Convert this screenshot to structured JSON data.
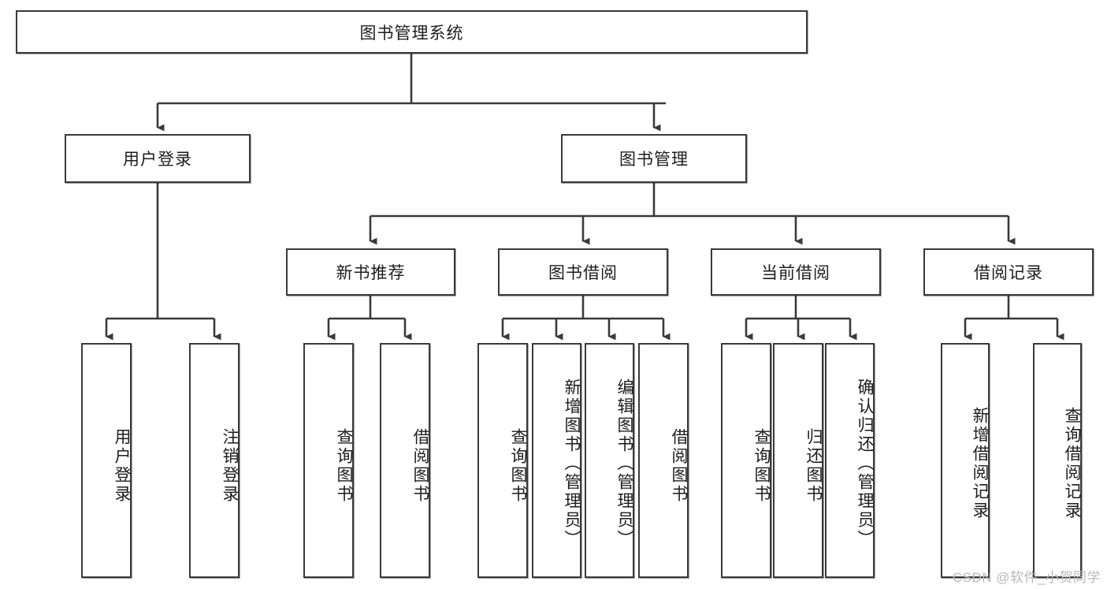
{
  "diagram": {
    "title": "图书管理系统",
    "type": "tree-hierarchy",
    "watermark": "CSDN @软件_小贺同学",
    "colors": {
      "border": "#3a3a3a",
      "fill": "#ffffff",
      "text": "#1d1d1d",
      "edge": "#3a3a3a",
      "watermark": "#b9b9b9"
    },
    "levels": {
      "root": {
        "label": "图书管理系统"
      },
      "level2": [
        {
          "label": "用户登录"
        },
        {
          "label": "图书管理"
        }
      ],
      "level3": [
        {
          "label": "新书推荐"
        },
        {
          "label": "图书借阅"
        },
        {
          "label": "当前借阅"
        },
        {
          "label": "借阅记录"
        }
      ],
      "leaves": [
        {
          "label": "用户登录",
          "parent": "用户登录"
        },
        {
          "label": "注销登录",
          "parent": "用户登录"
        },
        {
          "label": "查询图书",
          "parent": "新书推荐"
        },
        {
          "label": "借阅图书",
          "parent": "新书推荐"
        },
        {
          "label": "查询图书",
          "parent": "图书借阅"
        },
        {
          "label": "新增图书（管理员）",
          "parent": "图书借阅"
        },
        {
          "label": "编辑图书（管理员）",
          "parent": "图书借阅"
        },
        {
          "label": "借阅图书",
          "parent": "图书借阅"
        },
        {
          "label": "查询图书",
          "parent": "当前借阅"
        },
        {
          "label": "归还图书",
          "parent": "当前借阅"
        },
        {
          "label": "确认归还（管理员）",
          "parent": "当前借阅"
        },
        {
          "label": "新增借阅记录",
          "parent": "借阅记录"
        },
        {
          "label": "查询借阅记录",
          "parent": "借阅记录"
        }
      ]
    }
  }
}
